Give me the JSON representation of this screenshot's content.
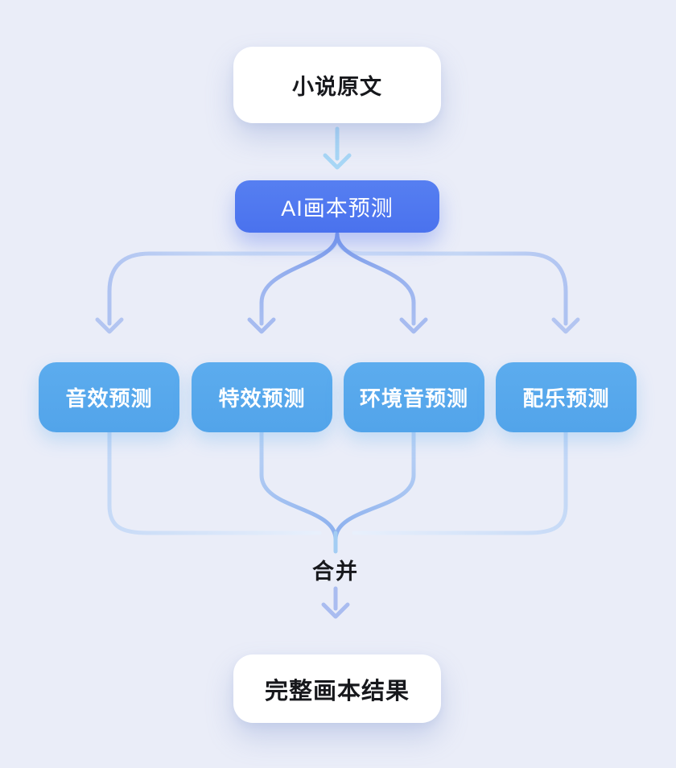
{
  "flowchart": {
    "nodes": {
      "source": {
        "label": "小说原文",
        "style": "white"
      },
      "predictor": {
        "label": "AI画本预测",
        "style": "primary"
      },
      "branches": [
        {
          "label": "音效预测"
        },
        {
          "label": "特效预测"
        },
        {
          "label": "环境音预测"
        },
        {
          "label": "配乐预测"
        }
      ],
      "merge": {
        "label": "合并"
      },
      "result": {
        "label": "完整画本结果",
        "style": "white"
      }
    },
    "edges": [
      {
        "from": "小说原文",
        "to": "AI画本预测"
      },
      {
        "from": "AI画本预测",
        "to": "音效预测"
      },
      {
        "from": "AI画本预测",
        "to": "特效预测"
      },
      {
        "from": "AI画本预测",
        "to": "环境音预测"
      },
      {
        "from": "AI画本预测",
        "to": "配乐预测"
      },
      {
        "from": "音效预测",
        "to": "合并"
      },
      {
        "from": "特效预测",
        "to": "合并"
      },
      {
        "from": "环境音预测",
        "to": "合并"
      },
      {
        "from": "配乐预测",
        "to": "合并"
      },
      {
        "from": "合并",
        "to": "完整画本结果"
      }
    ],
    "colors": {
      "background": "#EAEDF8",
      "primary_node": "#4D78EF",
      "branch_node": "#57A8EC",
      "node_text_light": "#FFFFFF",
      "node_text_dark": "#17181C",
      "arrow_cyan": "#A8D7F6",
      "arrow_periwinkle_dark": "#7E9EEB",
      "arrow_periwinkle_light": "#C4D6F5"
    }
  }
}
